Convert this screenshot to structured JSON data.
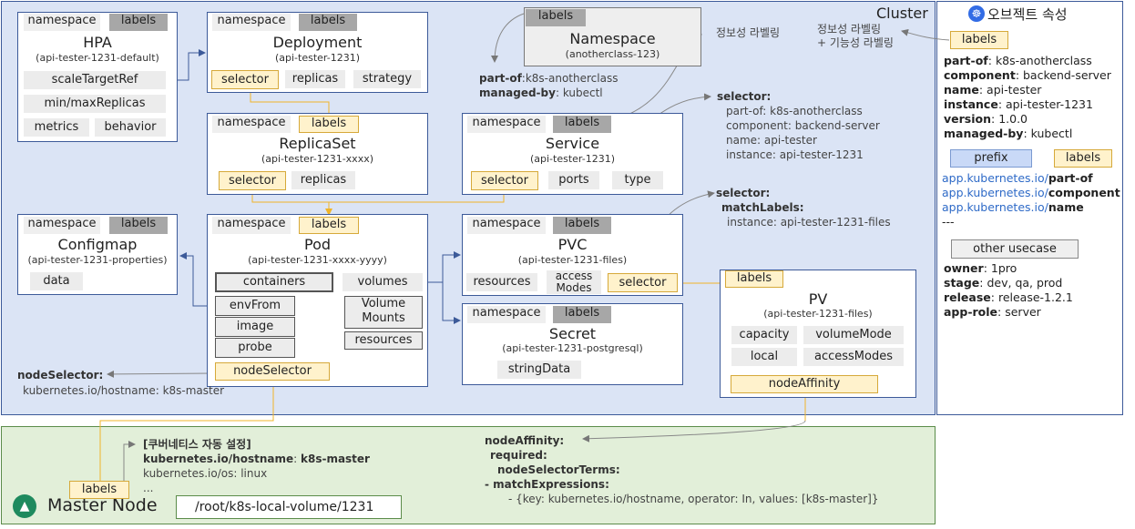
{
  "tags": {
    "namespace": "namespace",
    "labels": "labels",
    "selector": "selector",
    "prefix": "prefix"
  },
  "cluster": {
    "label": "Cluster"
  },
  "hpa": {
    "title": "HPA",
    "subtitle": "(api-tester-1231-default)",
    "fields": [
      "scaleTargetRef",
      "min/maxReplicas",
      "metrics",
      "behavior"
    ]
  },
  "deployment": {
    "title": "Deployment",
    "subtitle": "(api-tester-1231)",
    "fields": [
      "replicas",
      "strategy"
    ]
  },
  "namespace_box": {
    "title": "Namespace",
    "subtitle": "(anotherclass-123)"
  },
  "namespace_labels": [
    {
      "key": "part-of",
      "value": "k8s-anotherclass"
    },
    {
      "key": "managed-by",
      "value": "kubectl"
    }
  ],
  "replicaset": {
    "title": "ReplicaSet",
    "subtitle": "(api-tester-1231-xxxx)",
    "fields": [
      "replicas"
    ]
  },
  "service": {
    "title": "Service",
    "subtitle": "(api-tester-1231)",
    "fields": [
      "ports",
      "type"
    ]
  },
  "configmap": {
    "title": "Configmap",
    "subtitle": "(api-tester-1231-properties)",
    "fields": [
      "data"
    ]
  },
  "pod": {
    "title": "Pod",
    "subtitle": "(api-tester-1231-xxxx-yyyy)",
    "containers": "containers",
    "container_fields": [
      "envFrom",
      "image",
      "probe"
    ],
    "volumes": "volumes",
    "volume_mounts": "Volume\nMounts",
    "resources": "resources",
    "node_selector": "nodeSelector"
  },
  "pvc": {
    "title": "PVC",
    "subtitle": "(api-tester-1231-files)",
    "fields": [
      "resources",
      "access\nModes"
    ]
  },
  "secret": {
    "title": "Secret",
    "subtitle": "(api-tester-1231-postgresql)",
    "fields": [
      "stringData"
    ]
  },
  "pv": {
    "title": "PV",
    "subtitle": "(api-tester-1231-files)",
    "fields": [
      "capacity",
      "volumeMode",
      "local",
      "accessModes"
    ],
    "node_affinity": "nodeAffinity"
  },
  "annotations": {
    "info_label_1": "정보성 라벨링",
    "info_label_2": "정보성 라벨링\n+ 기능성 라벨링",
    "service_selector_title": "selector:",
    "service_selector_lines": [
      "part-of: k8s-anotherclass",
      "component: backend-server",
      "name: api-tester",
      "instance: api-tester-1231"
    ],
    "pvc_selector_title": "selector:",
    "pvc_selector_match": "matchLabels:",
    "pvc_selector_line": "instance: api-tester-1231-files",
    "node_selector_title": "nodeSelector:",
    "node_selector_line": "kubernetes.io/hostname:  k8s-master"
  },
  "object_props": {
    "title": "오브젝트 속성",
    "labels": [
      {
        "key": "part-of",
        "value": "k8s-anotherclass"
      },
      {
        "key": "component",
        "value": "backend-server"
      },
      {
        "key": "name",
        "value": "api-tester"
      },
      {
        "key": "instance",
        "value": "api-tester-1231"
      },
      {
        "key": "version",
        "value": "1.0.0"
      },
      {
        "key": "managed-by",
        "value": "kubectl"
      }
    ],
    "prefixed": [
      {
        "prefix": "app.kubernetes.io/",
        "key": "part-of"
      },
      {
        "prefix": "app.kubernetes.io/",
        "key": "component"
      },
      {
        "prefix": "app.kubernetes.io/",
        "key": "name"
      }
    ],
    "ellipsis": "---",
    "other_usecase": "other usecase",
    "other": [
      {
        "key": "owner",
        "value": "1pro"
      },
      {
        "key": "stage",
        "value": "dev, qa, prod"
      },
      {
        "key": "release",
        "value": "release-1.2.1"
      },
      {
        "key": "app-role",
        "value": "server"
      }
    ]
  },
  "master": {
    "label": "Master Node",
    "path": "/root/k8s-local-volume/1231",
    "auto_title": "[쿠버네티스 자동 설정]",
    "hostname_key": "kubernetes.io/hostname",
    "hostname_value": "k8s-master",
    "os_line": "kubernetes.io/os: linux",
    "dots": "...",
    "affinity_lines": [
      "nodeAffinity:",
      "required:",
      "nodeSelectorTerms:",
      "- matchExpressions:",
      "- {key: kubernetes.io/hostname, operator: In, values: [k8s-master]}"
    ]
  },
  "colors": {
    "cluster_bg": "#dbe4f5",
    "master_bg": "#e2efd9",
    "selector_bg": "#fff2cc",
    "connector": "#f0b429",
    "link": "#2e6ac7"
  }
}
